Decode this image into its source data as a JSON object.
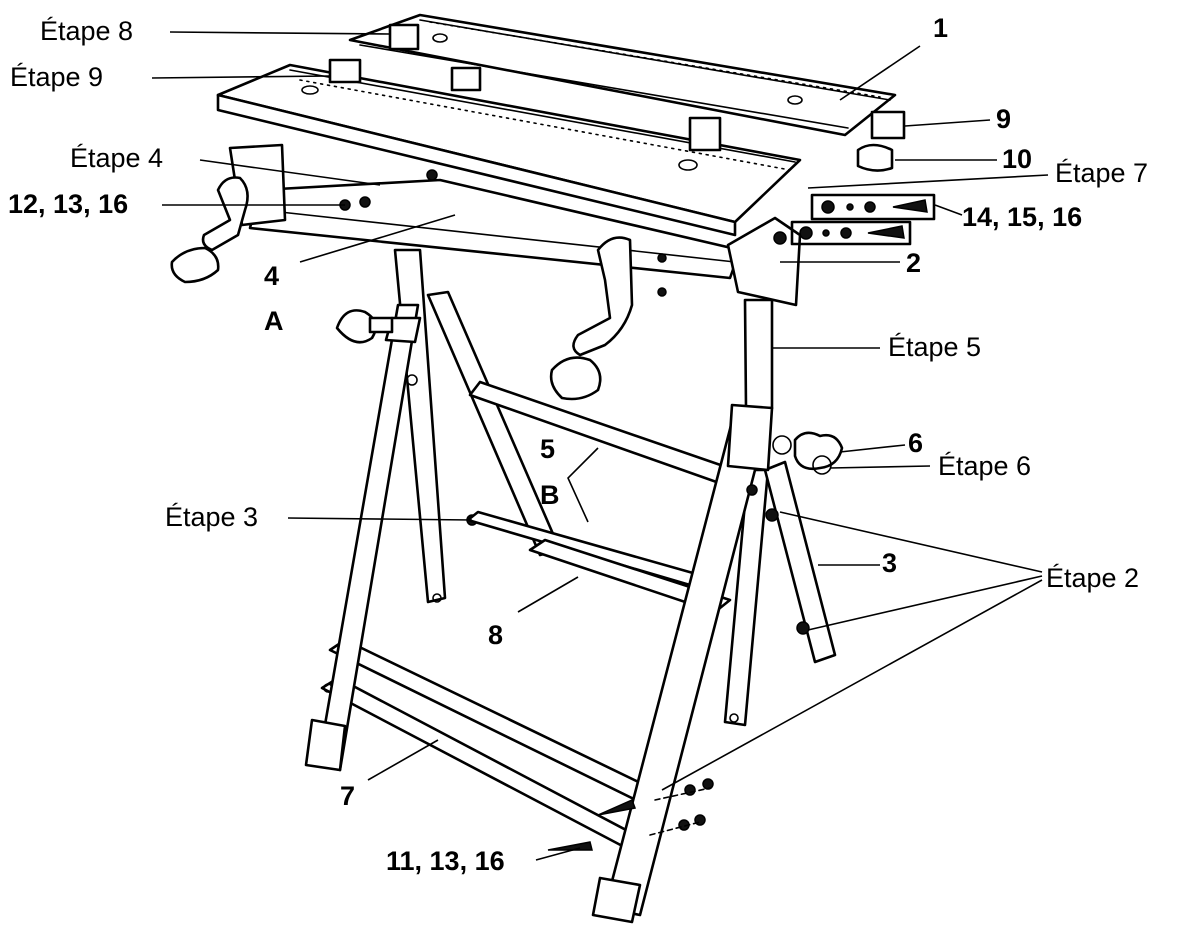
{
  "labels": {
    "etape_8": "Étape 8",
    "etape_9": "Étape 9",
    "etape_4": "Étape 4",
    "parts_12_13_16": "12, 13, 16",
    "part_4": "4",
    "letter_a": "A",
    "part_1": "1",
    "part_9": "9",
    "part_10": "10",
    "etape_7": "Étape 7",
    "parts_14_15_16": "14, 15, 16",
    "part_2": "2",
    "etape_5": "Étape 5",
    "part_6": "6",
    "etape_6": "Étape 6",
    "part_5": "5",
    "letter_b": "B",
    "etape_3": "Étape 3",
    "part_3": "3",
    "etape_2": "Étape 2",
    "part_8": "8",
    "part_7": "7",
    "parts_11_13_16": "11, 13, 16"
  }
}
